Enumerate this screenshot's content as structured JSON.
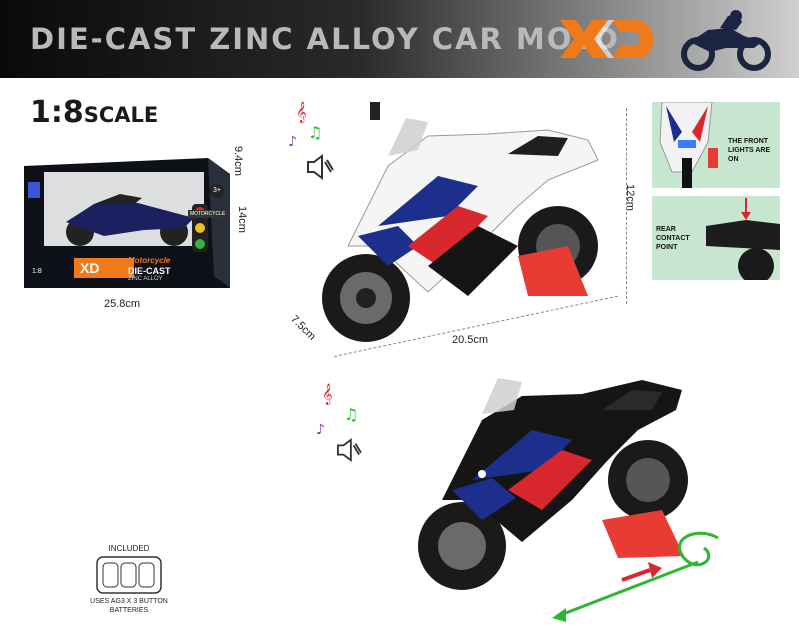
{
  "banner": {
    "title": "DIE-CAST ZINC ALLOY CAR MOLD",
    "logo_text": "XD"
  },
  "scale": {
    "number": "1:8",
    "word": "SCALE"
  },
  "package": {
    "badge": "3+",
    "line1": "Motorcycle",
    "line2": "DIE-CAST",
    "line3": "ZINC ALLOY",
    "scale_small": "1:8",
    "emblem": "MOTORCYCLE",
    "width": "25.8cm",
    "depth": "9.4cm",
    "height": "14cm"
  },
  "model": {
    "length": "20.5cm",
    "width": "7.5cm",
    "height": "12cm"
  },
  "features": {
    "front_lights": "THE FRONT LIGHTS ARE ON",
    "rear_contact": "REAR CONTACT POINT"
  },
  "battery": {
    "top": "INCLUDED",
    "bottom_line1": "USES AG3 X 3 BUTTON",
    "bottom_line2": "BATTERIES"
  },
  "colors": {
    "orange": "#f07a1a",
    "bike_blue": "#1c2f8c",
    "bike_red": "#d8282e",
    "stand_red": "#e83b34",
    "arrow_green": "#2fb52f",
    "panel_green": "#c6e6cf"
  }
}
